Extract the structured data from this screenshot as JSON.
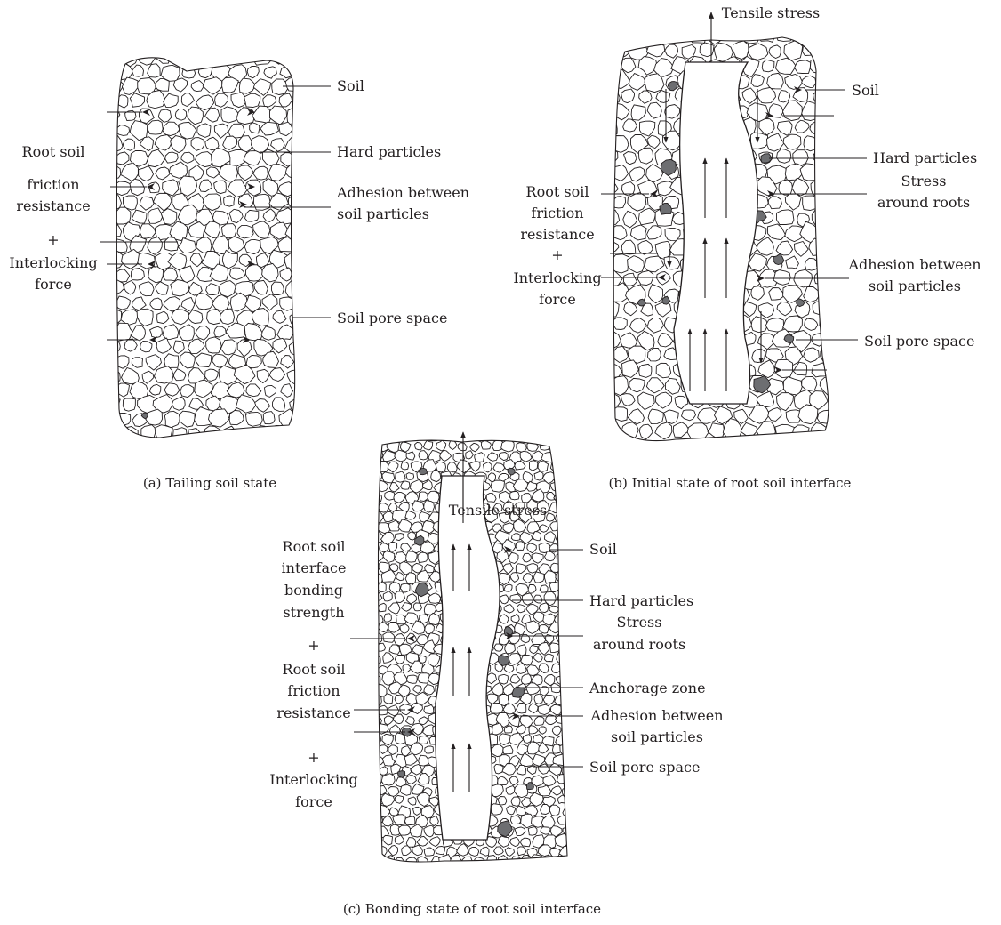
{
  "panels": {
    "a": {
      "caption": "(a) Tailing soil state",
      "right_labels": [
        "Soil",
        "Hard particles",
        "Adhesion between",
        "soil particles",
        "Soil pore space"
      ],
      "left_labels": [
        "Root soil",
        "friction",
        "resistance",
        "+",
        "Interlocking",
        "force"
      ]
    },
    "b": {
      "caption": "(b) Initial state of root soil interface",
      "top_label": "Tensile stress",
      "right_labels": [
        "Soil",
        "Hard particles",
        "Stress",
        "around roots",
        "Adhesion between",
        "soil particles",
        "Soil pore space"
      ],
      "left_labels": [
        "Root soil",
        "friction",
        "resistance",
        "+",
        "Interlocking",
        "force"
      ]
    },
    "c": {
      "caption": "(c) Bonding state of root soil interface",
      "top_label": "Tensile stress",
      "right_labels": [
        "Soil",
        "Hard particles",
        "Stress",
        "around roots",
        "Anchorage zone",
        "Adhesion between",
        "soil particles",
        "Soil pore space"
      ],
      "left_labels": [
        "Root soil",
        "interface",
        "bonding",
        "strength",
        "+",
        "Root soil",
        "friction",
        "resistance",
        "+",
        "Interlocking",
        "force"
      ]
    }
  },
  "colors": {
    "ink": "#231f20",
    "hard_particle": "#6d6e71",
    "background": "#ffffff"
  }
}
